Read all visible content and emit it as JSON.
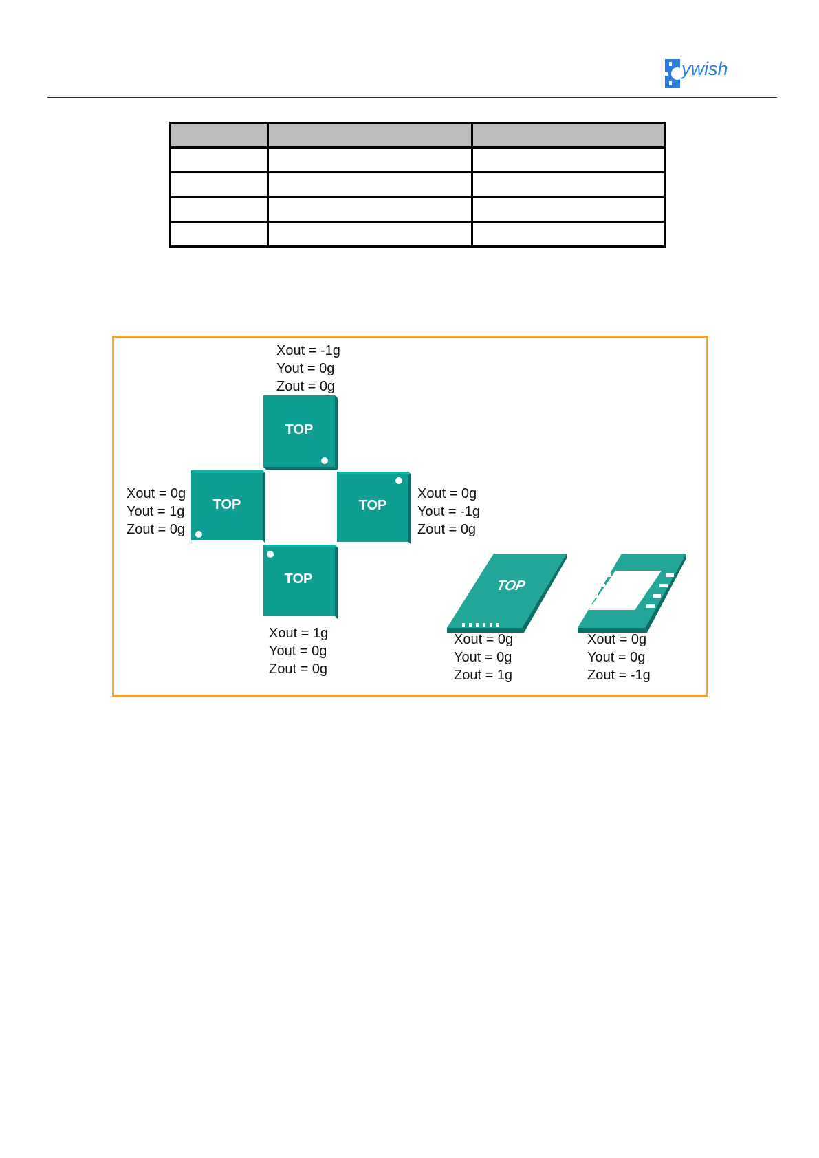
{
  "header": {
    "logo_text": "ywish"
  },
  "spec_table": {
    "rows": 5,
    "columns": 3
  },
  "figure": {
    "chip_top": {
      "label": "TOP",
      "xout": "Xout = -1g",
      "yout": "Yout = 0g",
      "zout": "Zout = 0g"
    },
    "chip_left": {
      "label": "TOP",
      "xout": "Xout = 0g",
      "yout": "Yout = 1g",
      "zout": "Zout = 0g"
    },
    "chip_right": {
      "label": "TOP",
      "xout": "Xout = 0g",
      "yout": "Yout = -1g",
      "zout": "Zout = 0g"
    },
    "chip_bottom": {
      "label": "TOP",
      "xout": "Xout = 1g",
      "yout": "Yout = 0g",
      "zout": "Zout = 0g"
    },
    "chip_flat_up": {
      "label": "TOP",
      "xout": "Xout = 0g",
      "yout": "Yout = 0g",
      "zout": "Zout = 1g"
    },
    "chip_flat_down": {
      "xout": "Xout = 0g",
      "yout": "Yout = 0g",
      "zout": "Zout = -1g"
    }
  },
  "colors": {
    "chip_face": "#0e9e93",
    "chip_edge": "#0a6f67",
    "frame": "#f4a233",
    "logo": "#2a7de1"
  }
}
